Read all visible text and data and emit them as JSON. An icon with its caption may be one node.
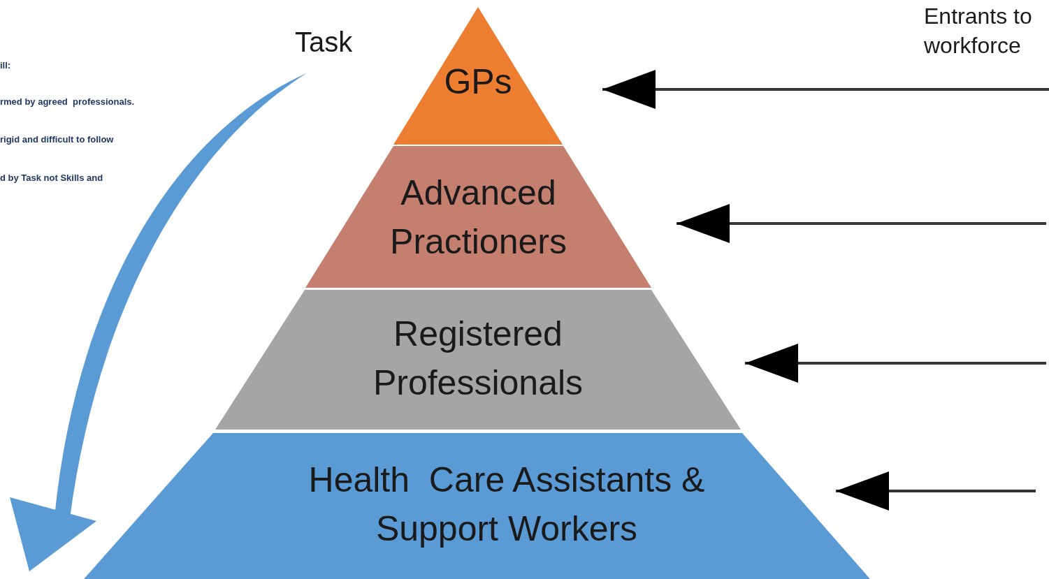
{
  "diagram": {
    "nodes": [
      {
        "text": [
          "GPs"
        ]
      },
      {
        "text": [
          "Advanced Practioners"
        ]
      },
      {
        "text": [
          "Registered Professionals"
        ]
      },
      {
        "text": [
          "Health  Care Assistants & Support Workers"
        ]
      }
    ],
    "edges": [
      {
        "from": null,
        "to": 0,
        "arrow": "to"
      },
      {
        "from": null,
        "to": 1,
        "arrow": "to"
      },
      {
        "from": null,
        "to": 2,
        "arrow": "to"
      },
      {
        "from": null,
        "to": 3,
        "arrow": "to"
      }
    ],
    "labels": [
      "Task",
      "Entrants to workforce",
      "ill:",
      "rmed by agreed  professionals.",
      "rigid and difficult to follow",
      "d by Task not Skills and"
    ]
  }
}
